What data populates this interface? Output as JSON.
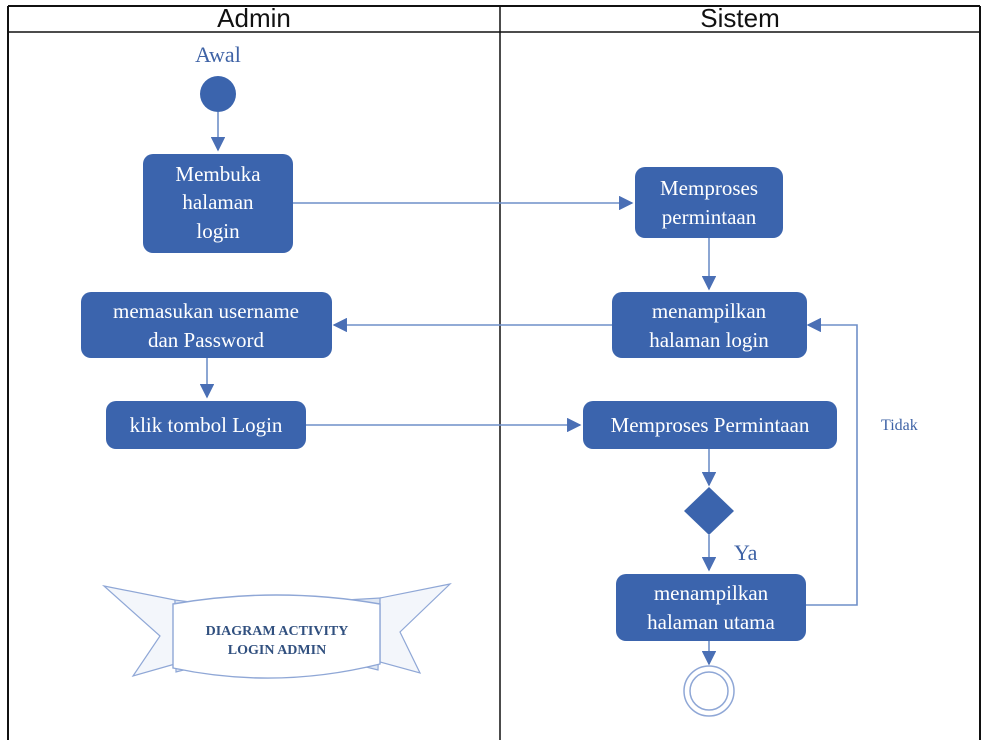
{
  "lanes": {
    "left": "Admin",
    "right": "Sistem"
  },
  "start": {
    "label": "Awal"
  },
  "nodes": {
    "open_login": [
      "Membuka",
      "halaman",
      "login"
    ],
    "process_request_1": [
      "Memproses",
      "permintaan"
    ],
    "show_login": [
      "menampilkan",
      "halaman login"
    ],
    "enter_credentials": [
      "memasukan username",
      "dan Password"
    ],
    "click_login": [
      "klik tombol Login"
    ],
    "process_request_2": [
      "Memproses Permintaan"
    ],
    "show_main": [
      "menampilkan",
      "halaman utama"
    ]
  },
  "decision": {
    "yes_label": "Ya",
    "no_label": "Tidak"
  },
  "banner": {
    "lines": [
      "DIAGRAM ACTIVITY",
      "LOGIN ADMIN"
    ]
  },
  "colors": {
    "node_fill": "#3b64ad",
    "edge": "#6f8fc8",
    "label": "#3f63a6",
    "frame": "#111111"
  }
}
